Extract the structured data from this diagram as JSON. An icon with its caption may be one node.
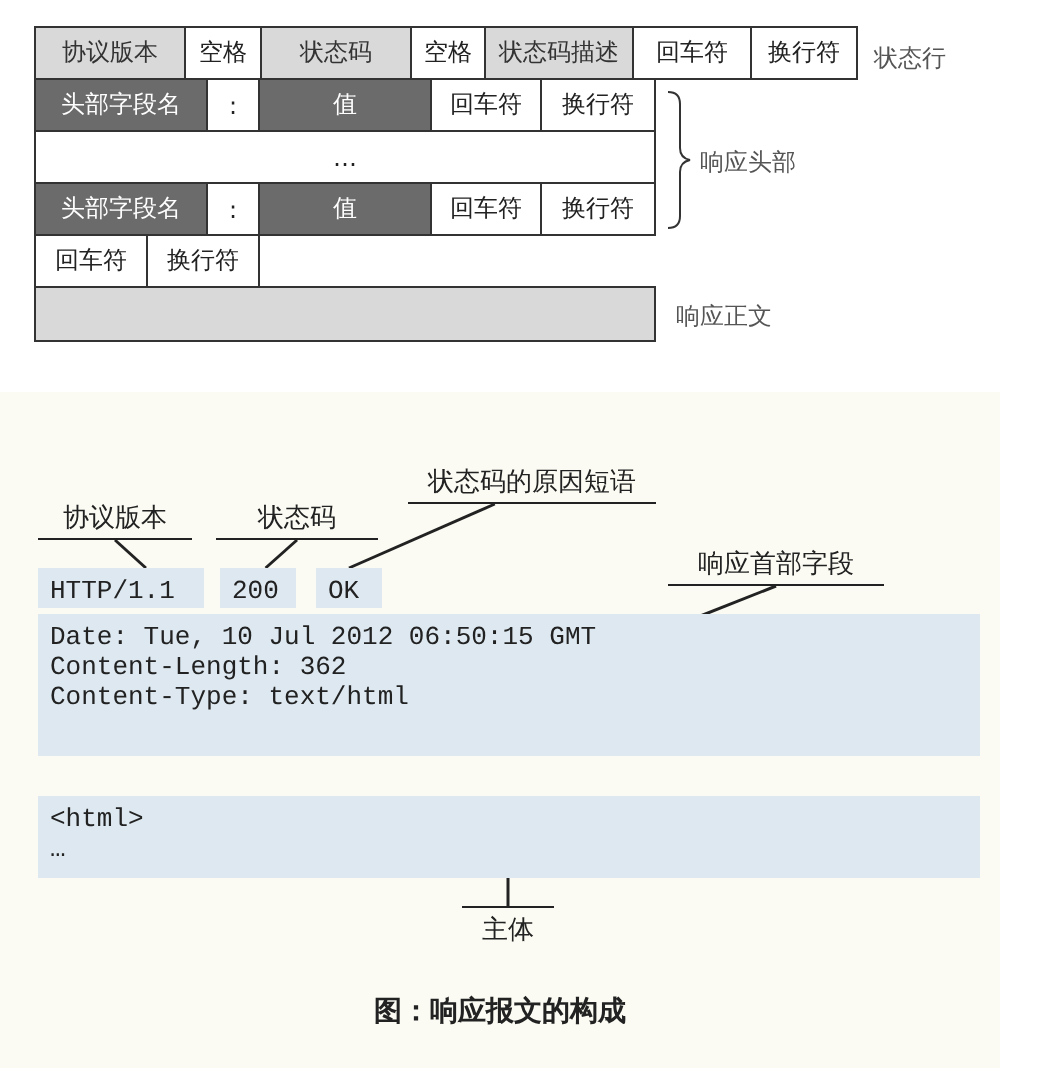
{
  "diagram": {
    "caption": "图：响应报文的构成",
    "nodes": [
      {
        "text": [
          "协议版本"
        ]
      },
      {
        "text": [
          "空格"
        ]
      },
      {
        "text": [
          "状态码"
        ]
      },
      {
        "text": [
          "空格"
        ]
      },
      {
        "text": [
          "状态码描述"
        ]
      },
      {
        "text": [
          "回车符"
        ]
      },
      {
        "text": [
          "换行符"
        ]
      },
      {
        "text": [
          "头部字段名"
        ]
      },
      {
        "text": [
          ":"
        ]
      },
      {
        "text": [
          "值"
        ]
      },
      {
        "text": [
          "回车符"
        ]
      },
      {
        "text": [
          "换行符"
        ]
      },
      {
        "text": [
          "…"
        ]
      },
      {
        "text": [
          "头部字段名"
        ]
      },
      {
        "text": [
          ":"
        ]
      },
      {
        "text": [
          "值"
        ]
      },
      {
        "text": [
          "回车符"
        ]
      },
      {
        "text": [
          "换行符"
        ]
      },
      {
        "text": [
          "回车符"
        ]
      },
      {
        "text": [
          "换行符"
        ]
      },
      {
        "text": [],
        "shape": "bar",
        "beside": [
          "响应正文"
        ]
      },
      {
        "text": [
          "状态码的原因短语"
        ]
      },
      {
        "text": [
          "协议版本"
        ]
      },
      {
        "text": [
          "状态码"
        ]
      },
      {
        "text": [
          "响应首部字段"
        ]
      },
      {
        "text": [
          "HTTP/1.1"
        ]
      },
      {
        "text": [
          "200"
        ]
      },
      {
        "text": [
          "OK"
        ]
      },
      {
        "text": [
          "Date: Tue, 10 Jul 2012 06:50:15 GMT",
          "Content-Length: 362",
          "Content-Type: text/html"
        ]
      },
      {
        "text": [
          "<html>",
          "…"
        ]
      },
      {
        "text": [
          "主体"
        ]
      }
    ],
    "edges": [
      {
        "from": 22,
        "to": 25,
        "arrow": "none"
      },
      {
        "from": 23,
        "to": 26,
        "arrow": "none"
      },
      {
        "from": 21,
        "to": 27,
        "arrow": "none"
      },
      {
        "from": 24,
        "to": 28,
        "arrow": "none"
      },
      {
        "from": 30,
        "to": 29,
        "arrow": "none"
      }
    ],
    "labels": [
      "状态行",
      "响应头部"
    ]
  }
}
